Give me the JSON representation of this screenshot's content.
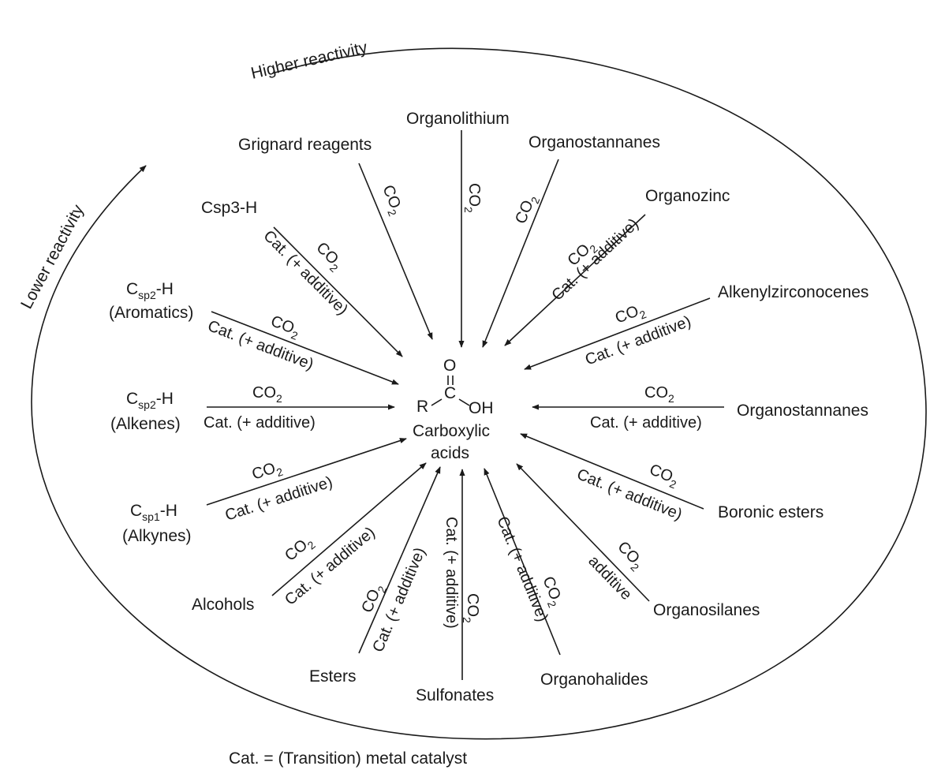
{
  "center": {
    "o_label": "O",
    "c_label": "C",
    "r_label": "R",
    "oh_label": "OH",
    "name_line1": "Carboxylic",
    "name_line2": "acids"
  },
  "scale": {
    "higher": "Higher reactivity",
    "lower": "Lower reactivity"
  },
  "cond": {
    "co2": "CO",
    "co2_sub": "2",
    "cat": "Cat. (+ additive)",
    "additive": "additive"
  },
  "sources": {
    "grignard": "Grignard reagents",
    "organolithium": "Organolithium",
    "organostannanes_top": "Organostannanes",
    "organozinc": "Organozinc",
    "csp3": "Csp3-H",
    "alkenylzirconocenes": "Alkenylzirconocenes",
    "csp2_arom": {
      "main": "C",
      "sub": "sp2",
      "tail": "-H",
      "paren": "(Aromatics)"
    },
    "csp2_alk": {
      "main": "C",
      "sub": "sp2",
      "tail": "-H",
      "paren": "(Alkenes)"
    },
    "organostannanes_right": "Organostannanes",
    "csp1": {
      "main": "C",
      "sub": "sp1",
      "tail": "-H",
      "paren": "(Alkynes)"
    },
    "boronic": "Boronic esters",
    "alcohols": "Alcohols",
    "organosilanes": "Organosilanes",
    "esters": "Esters",
    "sulfonates": "Sulfonates",
    "organohalides": "Organohalides"
  },
  "footnote": "Cat. = (Transition) metal catalyst"
}
